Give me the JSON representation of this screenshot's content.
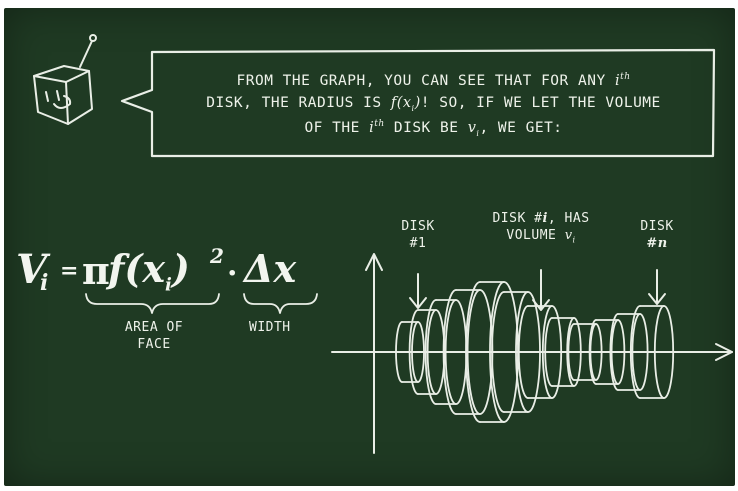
{
  "speech_bubble": {
    "line1_text": "FROM THE GRAPH, YOU CAN SEE THAT FOR ANY",
    "line1_sym": "i",
    "line1_sup": "th",
    "line2_a": "DISK, THE RADIUS IS",
    "line2_math": "f(x",
    "line2_math_sub": "i",
    "line2_math_end": ")",
    "line2_b": "! SO, IF WE LET THE VOLUME",
    "line3_a": "OF THE",
    "line3_sym": "i",
    "line3_sup": "th",
    "line3_b": "DISK BE",
    "line3_var": "v",
    "line3_var_sub": "i",
    "line3_c": ", WE GET:"
  },
  "formula": {
    "lhs": "V",
    "lhs_sub": "i",
    "equals": "=",
    "pi": "π",
    "func": "f(x",
    "func_sub": "i",
    "func_end": ")",
    "power": "2",
    "dot": "·",
    "delta": "Δx",
    "area_label_1": "AREA OF",
    "area_label_2": "FACE",
    "width_label": "WIDTH"
  },
  "graph_labels": {
    "disk1_line1": "DISK",
    "disk1_line2": "#1",
    "diski_line1_a": "DISK #",
    "diski_line1_sym": "i",
    "diski_line1_b": ", HAS",
    "diski_line2_a": "VOLUME",
    "diski_line2_var": "v",
    "diski_line2_sub": "i",
    "diskn_line1": "DISK",
    "diskn_line2": "#n"
  },
  "colors": {
    "chalkboard": "#1f3a23",
    "chalk": "#e9eee6"
  },
  "icons": [
    "robot-icon"
  ]
}
